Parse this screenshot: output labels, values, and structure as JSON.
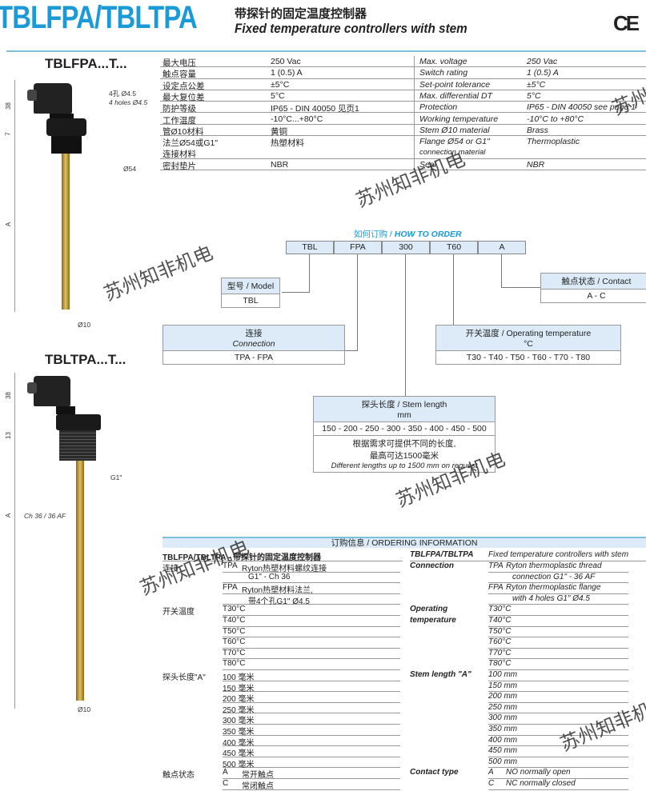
{
  "header": {
    "title": "TBLFPA/TBLTPA",
    "subtitle_cn": "带探针的固定温度控制器",
    "subtitle_en": "Fixed temperature controllers with stem",
    "ce_mark": "CE"
  },
  "product1": {
    "name": "TBLFPA...T...",
    "dims": {
      "d38": "38",
      "d7": "7",
      "dA": "A",
      "holes_cn": "4孔 Ø4.5",
      "holes_en": "4 holes Ø4.5",
      "flange": "Ø54",
      "stem": "Ø10"
    }
  },
  "product2": {
    "name": "TBLTPA...T...",
    "dims": {
      "d38": "38",
      "d13": "13",
      "dA": "A",
      "thread": "G1\"",
      "hex": "Ch 36 / 36 AF",
      "stem": "Ø10"
    }
  },
  "specs": [
    {
      "cn": "最大电压",
      "cn_val": "250 Vac",
      "en": "Max. voltage",
      "en_val": "250 Vac"
    },
    {
      "cn": "触点容量",
      "cn_val": "1 (0.5) A",
      "en": "Switch rating",
      "en_val": "1 (0.5) A"
    },
    {
      "cn": "设定点公差",
      "cn_val": "±5°C",
      "en": "Set-point tolerance",
      "en_val": "±5°C"
    },
    {
      "cn": "最大复位差",
      "cn_val": "5°C",
      "en": "Max. differential DT",
      "en_val": "5°C"
    },
    {
      "cn": "防护等级",
      "cn_val": "IP65 - DIN 40050 见页1",
      "en": "Protection",
      "en_val": "IP65 - DIN 40050 see page 1"
    },
    {
      "cn": "工作温度",
      "cn_val": "-10°C...+80°C",
      "en": "Working temperature",
      "en_val": "-10°C to +80°C"
    },
    {
      "cn": "管Ø10材料",
      "cn_val": "黄铜",
      "en": "Stem Ø10 material",
      "en_val": "Brass"
    },
    {
      "cn": "法兰Ø54或G1\"",
      "cn2": "连接材料",
      "cn_val": "热塑材料",
      "en": "Flange Ø54 or G1\"",
      "en2": "connection material",
      "en_val": "Thermoplastic"
    },
    {
      "cn": "密封垫片",
      "cn_val": "NBR",
      "en": "Seal",
      "en_val": "NBR"
    }
  ],
  "how_to_order": {
    "title_cn": "如何订购 /",
    "title_en": "HOW TO ORDER",
    "codes": [
      "TBL",
      "FPA",
      "300",
      "T60",
      "A"
    ],
    "model": {
      "head": "型号 / Model",
      "body": "TBL"
    },
    "contact": {
      "head": "触点状态 / Contact",
      "body": "A - C"
    },
    "connection": {
      "head_cn": "连接",
      "head_en": "Connection",
      "body": "TPA - FPA"
    },
    "optemp": {
      "head": "开关温度 / Operating temperature",
      "unit": "°C",
      "body": "T30 - T40 - T50 - T60 - T70 - T80"
    },
    "stem": {
      "head": "探头长度 / Stem length",
      "unit": "mm",
      "body": "150 - 200 - 250 - 300 - 350 - 400 - 450 - 500",
      "note_cn1": "根据需求可提供不同的长度,",
      "note_cn2": "最高可达1500毫米",
      "note_en": "Different lengths up to 1500 mm on request"
    }
  },
  "ordering": {
    "title": "订购信息 / ORDERING INFORMATION",
    "left": {
      "title": "TBLFPA/TBLTPA - 带探针的固定温度控制器",
      "rows": [
        [
          "连接",
          "TPA",
          "Ryton热塑材料螺纹连接"
        ],
        [
          "",
          "",
          "G1\" - Ch 36"
        ],
        [
          "",
          "FPA",
          "Ryton热塑材料法兰,"
        ],
        [
          "",
          "",
          "带4个孔G1\" Ø4.5"
        ],
        [
          "开关温度",
          "T30°C",
          ""
        ],
        [
          "",
          "T40°C",
          ""
        ],
        [
          "",
          "T50°C",
          ""
        ],
        [
          "",
          "T60°C",
          ""
        ],
        [
          "",
          "T70°C",
          ""
        ],
        [
          "",
          "T80°C",
          ""
        ],
        [
          "探头长度\"A\"",
          "100 毫米",
          ""
        ],
        [
          "",
          "150 毫米",
          ""
        ],
        [
          "",
          "200 毫米",
          ""
        ],
        [
          "",
          "250 毫米",
          ""
        ],
        [
          "",
          "300 毫米",
          ""
        ],
        [
          "",
          "350 毫米",
          ""
        ],
        [
          "",
          "400 毫米",
          ""
        ],
        [
          "",
          "450 毫米",
          ""
        ],
        [
          "",
          "500 毫米",
          ""
        ],
        [
          "触点状态",
          "A",
          "常开触点"
        ],
        [
          "",
          "C",
          "常闭触点"
        ]
      ]
    },
    "right": {
      "title": "TBLFPA/TBLTPA",
      "title_desc": "Fixed temperature controllers with stem",
      "rows": [
        [
          "Connection",
          "TPA",
          "Ryton thermoplastic thread"
        ],
        [
          "",
          "",
          "connection G1\" - 36 AF"
        ],
        [
          "",
          "FPA",
          "Ryton thermoplastic flange"
        ],
        [
          "",
          "",
          "with 4 holes G1\" Ø4.5"
        ],
        [
          "Operating",
          "T30°C",
          ""
        ],
        [
          "temperature",
          "T40°C",
          ""
        ],
        [
          "",
          "T50°C",
          ""
        ],
        [
          "",
          "T60°C",
          ""
        ],
        [
          "",
          "T70°C",
          ""
        ],
        [
          "",
          "T80°C",
          ""
        ],
        [
          "Stem length \"A\"",
          "100 mm",
          ""
        ],
        [
          "",
          "150 mm",
          ""
        ],
        [
          "",
          "200 mm",
          ""
        ],
        [
          "",
          "250 mm",
          ""
        ],
        [
          "",
          "300 mm",
          ""
        ],
        [
          "",
          "350 mm",
          ""
        ],
        [
          "",
          "400 mm",
          ""
        ],
        [
          "",
          "450 mm",
          ""
        ],
        [
          "",
          "500 mm",
          ""
        ],
        [
          "Contact type",
          "A",
          "NO normally open"
        ],
        [
          "",
          "C",
          "NC normally closed"
        ]
      ]
    }
  },
  "watermark": "苏州知非机电"
}
